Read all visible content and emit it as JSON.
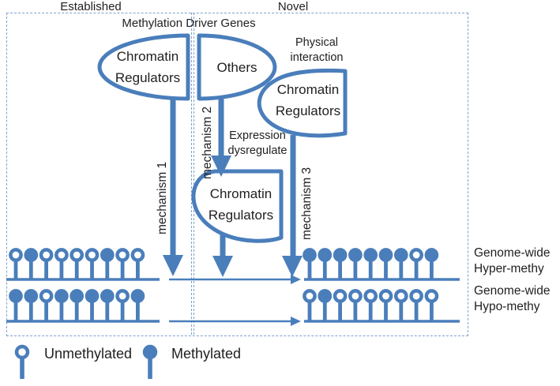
{
  "colors": {
    "blue": "#4a7ebb",
    "dash_border": "#7da0cc",
    "text": "#1f1f1f"
  },
  "header": {
    "established": "Established",
    "novel": "Novel",
    "title": "Methylation Driver Genes"
  },
  "shapes": {
    "left_regulators": {
      "line1": "Chromatin",
      "line2": "Regulators"
    },
    "others": {
      "label": "Others"
    },
    "right_regulators": {
      "line1": "Chromatin",
      "line2": "Regulators"
    },
    "middle_regulators": {
      "line1": "Chromatin",
      "line2": "Regulators"
    }
  },
  "annotations": {
    "physical": {
      "line1": "Physical",
      "line2": "interaction"
    },
    "expression": {
      "line1": "Expression",
      "line2": "dysregulate"
    },
    "mechanism1": "mechanism 1",
    "mechanism2": "mechanism 2",
    "mechanism3": "mechanism 3"
  },
  "outcomes": {
    "hyper": {
      "line1": "Genome-wide",
      "line2": "Hyper-methy"
    },
    "hypo": {
      "line1": "Genome-wide",
      "line2": "Hypo-methy"
    }
  },
  "legend": {
    "unmethylated": "Unmethylated",
    "methylated": "Methylated"
  },
  "methylation_patterns": {
    "left_top": [
      "open",
      "filled",
      "open",
      "open",
      "open",
      "open",
      "filled",
      "open",
      "open"
    ],
    "left_bottom": [
      "filled",
      "filled",
      "open",
      "filled",
      "filled",
      "filled",
      "filled",
      "open",
      "filled"
    ],
    "right_top": [
      "filled",
      "filled",
      "filled",
      "filled",
      "filled",
      "filled",
      "filled",
      "open",
      "filled"
    ],
    "right_bottom": [
      "open",
      "filled",
      "open",
      "open",
      "open",
      "open",
      "open",
      "open",
      "open"
    ]
  }
}
